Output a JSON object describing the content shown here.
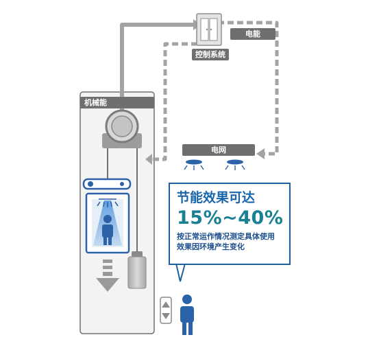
{
  "labels": {
    "control_system": "控制系统",
    "electric_energy": "电能",
    "mechanical_energy": "机械能",
    "power_grid": "电网"
  },
  "info_panel": {
    "title": "节能效果可达",
    "value": "15%~40%",
    "note_line1": "按正常运作情况测定具体使用",
    "note_line2": "效果因环境产生变化"
  },
  "icons": [
    "control-cabinet-icon",
    "traction-machine-icon",
    "ceiling-light-icon",
    "passenger-icon",
    "counterweight-icon",
    "down-arrow-icon",
    "call-button-icon",
    "person-waiting-icon"
  ],
  "colors": {
    "line_gray": "#a3a3a3",
    "label_gray": "#6f6f6f",
    "brand_blue": "#1f5f9d",
    "value_teal": "#1a8093",
    "shaft_bg": "#f3f3f3",
    "light_blue": "#5d9de0"
  }
}
